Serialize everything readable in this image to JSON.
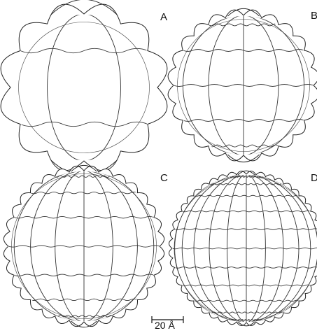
{
  "figure": {
    "panels": [
      {
        "label": "A",
        "grid": 3
      },
      {
        "label": "B",
        "grid": 6
      },
      {
        "label": "C",
        "grid": 8
      },
      {
        "label": "D",
        "grid": 12
      }
    ],
    "scale_bar": {
      "label": "20 Å"
    }
  }
}
